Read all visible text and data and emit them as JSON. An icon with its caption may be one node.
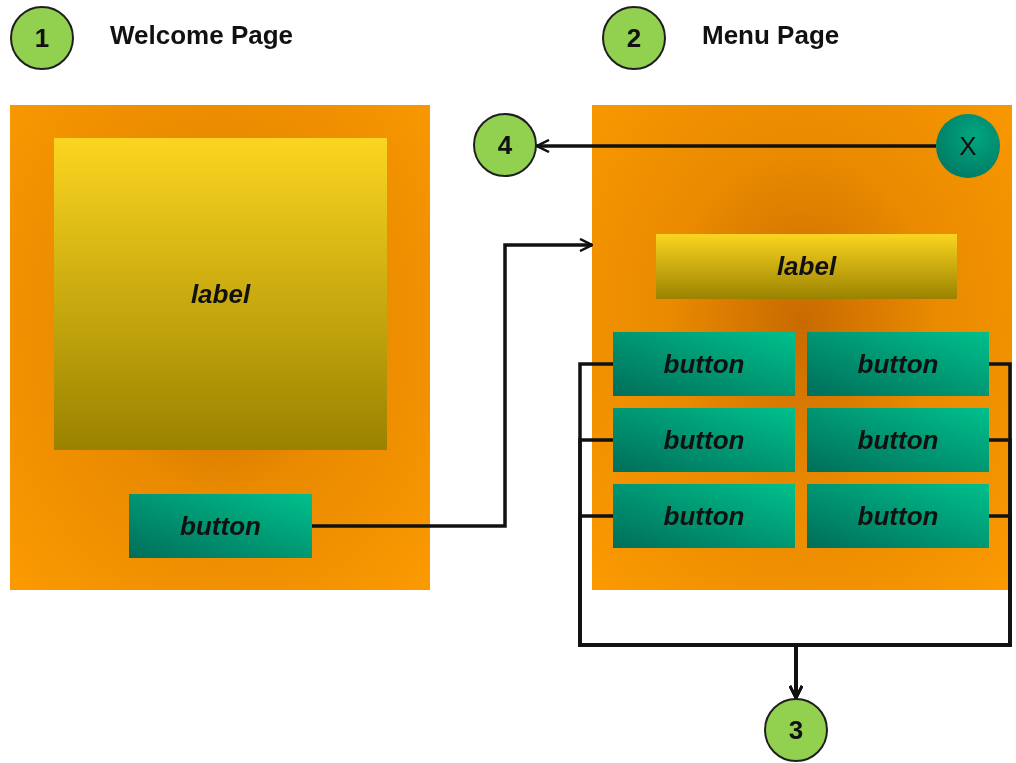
{
  "diagram": {
    "nodes": [
      {
        "text": [
          "1"
        ],
        "beside": [
          "Welcome Page"
        ]
      },
      {
        "text": [
          "2"
        ],
        "beside": [
          "Menu Page"
        ]
      },
      {
        "text": [],
        "shape": "box"
      },
      {
        "text": [
          "label"
        ],
        "in": 2
      },
      {
        "text": [
          "button"
        ],
        "in": 2
      },
      {
        "text": [
          "4"
        ]
      },
      {
        "text": [],
        "shape": "box"
      },
      {
        "text": [
          "X"
        ],
        "in": 6
      },
      {
        "text": [
          "label"
        ],
        "in": 6
      },
      {
        "text": [
          "button"
        ],
        "in": 6
      },
      {
        "text": [
          "button"
        ],
        "in": 6
      },
      {
        "text": [
          "button"
        ],
        "in": 6
      },
      {
        "text": [
          "button"
        ],
        "in": 6
      },
      {
        "text": [
          "button"
        ],
        "in": 6
      },
      {
        "text": [
          "button"
        ],
        "in": 6
      },
      {
        "text": [
          "3"
        ]
      }
    ],
    "edges": [
      {
        "from": 4,
        "to": 6,
        "arrow": "to"
      },
      {
        "from": 7,
        "to": 5,
        "arrow": "to"
      },
      {
        "from": 9,
        "to": 15,
        "arrow": "to"
      },
      {
        "from": 10,
        "to": 15,
        "arrow": "to"
      },
      {
        "from": 11,
        "to": 15,
        "arrow": "to"
      },
      {
        "from": 12,
        "to": 15,
        "arrow": "to"
      },
      {
        "from": 13,
        "to": 15,
        "arrow": "to"
      },
      {
        "from": 14,
        "to": 15,
        "arrow": "to"
      }
    ]
  }
}
